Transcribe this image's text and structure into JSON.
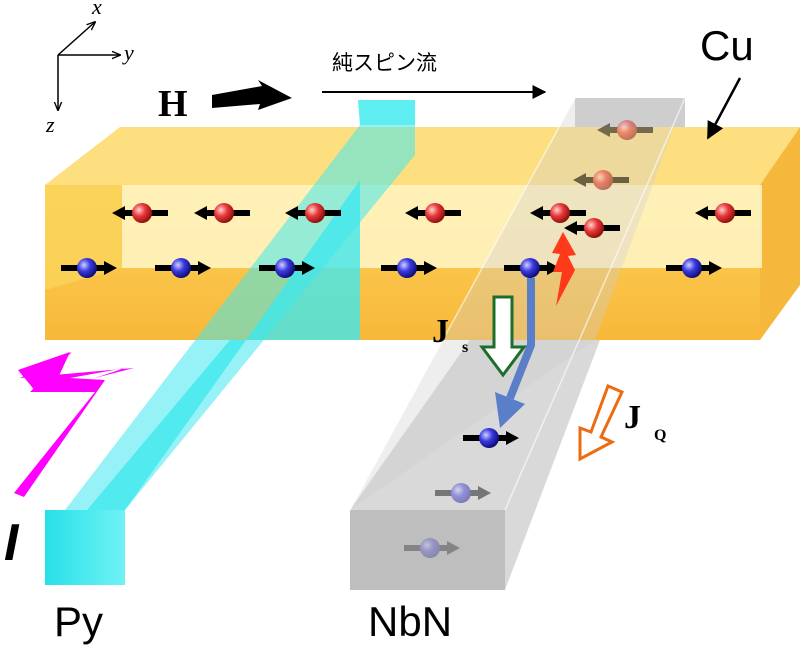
{
  "axes": {
    "x": "x",
    "y": "y",
    "z": "z"
  },
  "labels": {
    "field": "H",
    "pure_spin_current": "純スピン流",
    "copper": "Cu",
    "permalloy": "Py",
    "superconductor": "NbN",
    "charge_current": "I",
    "spin_current_symbol": "J",
    "spin_current_subscript": "s",
    "quasiparticle_current_symbol": "J",
    "quasiparticle_current_subscript": "Q"
  },
  "colors": {
    "cu_front": "#fcc94a",
    "cu_top": "#fddf80",
    "cu_inner": "#fff6c8",
    "py": "#3fe7ee",
    "nbn": "#c9c9c9",
    "spin_up_ball": "#e83a3a",
    "spin_down_ball": "#3a3ae0",
    "charge_current_arrow": "#ff00ff",
    "spin_current_arrow": "#1c6e2a",
    "quasiparticle_arrow": "#ee6a10",
    "flow_arrow": "#5a7fc8",
    "spin_flip_arrow": "#ff3a1a"
  },
  "electrons": {
    "spin_up_in_cu": 7,
    "spin_down_in_cu": 6,
    "in_nbn": 4
  }
}
